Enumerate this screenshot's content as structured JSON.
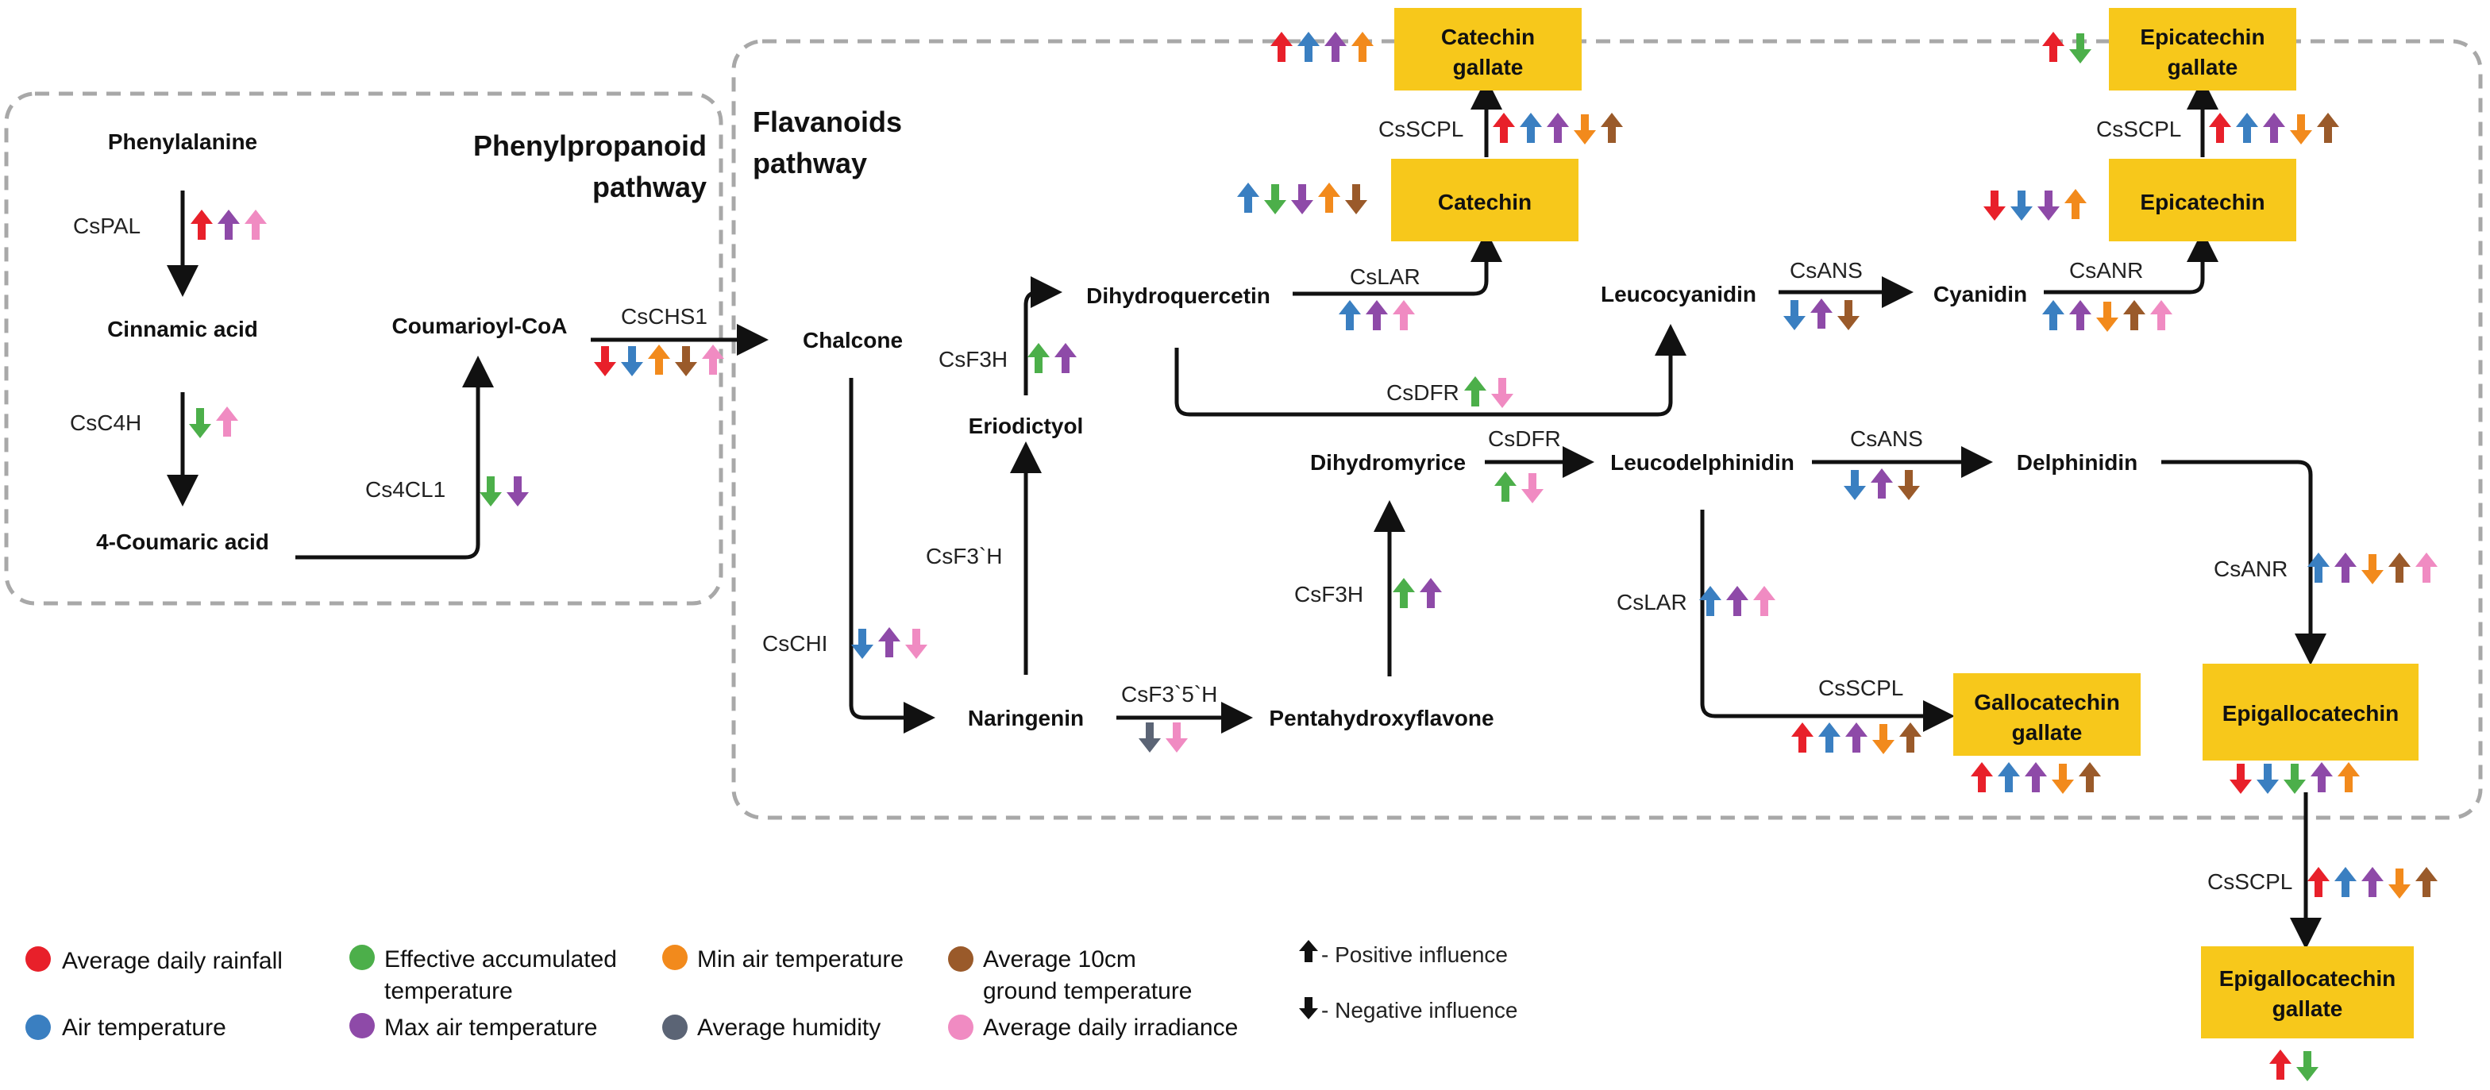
{
  "colors": {
    "rainfall": "#e8202a",
    "air_temp": "#3a7fc1",
    "eff_temp": "#4caf4a",
    "max_temp": "#8e4aa8",
    "min_temp": "#f28a1c",
    "humidity": "#5b6475",
    "ground_temp": "#9a5a2a",
    "irradiance": "#f08bc2",
    "box_fill": "#f7c81b",
    "arrow": "#111111",
    "dash": "#a8a8a8"
  },
  "titles": {
    "phenylpropanoid": [
      "Phenylpropanoid",
      "pathway"
    ],
    "flavanoids": [
      "Flavanoids",
      "pathway"
    ]
  },
  "nodes": [
    {
      "id": "phenylalanine",
      "text": "Phenylalanine"
    },
    {
      "id": "cinnamic",
      "text": "Cinnamic acid"
    },
    {
      "id": "coumaric",
      "text": "4-Coumaric acid"
    },
    {
      "id": "coumarioyl",
      "text": "Coumarioyl-CoA"
    },
    {
      "id": "chalcone",
      "text": "Chalcone"
    },
    {
      "id": "naringenin",
      "text": "Naringenin"
    },
    {
      "id": "eriodictyol",
      "text": "Eriodictyol"
    },
    {
      "id": "dihydroquercetin",
      "text": "Dihydroquercetin"
    },
    {
      "id": "pentahydroxyflavone",
      "text": "Pentahydroxyflavone"
    },
    {
      "id": "dihydromyrice",
      "text": "Dihydromyrice"
    },
    {
      "id": "leucocyanidin",
      "text": "Leucocyanidin"
    },
    {
      "id": "cyanidin",
      "text": "Cyanidin"
    },
    {
      "id": "leucodelphinidin",
      "text": "Leucodelphinidin"
    },
    {
      "id": "delphinidin",
      "text": "Delphinidin"
    }
  ],
  "boxes": [
    {
      "id": "catechin_gallate",
      "lines": [
        "Catechin",
        "gallate"
      ]
    },
    {
      "id": "catechin",
      "lines": [
        "Catechin"
      ]
    },
    {
      "id": "epicatechin_gallate",
      "lines": [
        "Epicatechin",
        "gallate"
      ]
    },
    {
      "id": "epicatechin",
      "lines": [
        "Epicatechin"
      ]
    },
    {
      "id": "gallocatechin_gallate",
      "lines": [
        "Gallocatechin",
        "gallate"
      ]
    },
    {
      "id": "epigallocatechin",
      "lines": [
        "Epigallocatechin"
      ]
    },
    {
      "id": "epigallocatechin_gallate",
      "lines": [
        "Epigallocatechin",
        "gallate"
      ]
    }
  ],
  "enzymes": [
    {
      "id": "CsPAL",
      "text": "CsPAL",
      "influence": [
        [
          "rainfall",
          "up"
        ],
        [
          "max_temp",
          "up"
        ],
        [
          "irradiance",
          "up"
        ]
      ]
    },
    {
      "id": "CsC4H",
      "text": "CsC4H",
      "influence": [
        [
          "eff_temp",
          "down"
        ],
        [
          "irradiance",
          "up"
        ]
      ]
    },
    {
      "id": "Cs4CL1",
      "text": "Cs4CL1",
      "influence": [
        [
          "eff_temp",
          "down"
        ],
        [
          "max_temp",
          "down"
        ]
      ]
    },
    {
      "id": "CsCHS1",
      "text": "CsCHS1",
      "influence": [
        [
          "rainfall",
          "down"
        ],
        [
          "air_temp",
          "down"
        ],
        [
          "min_temp",
          "up"
        ],
        [
          "ground_temp",
          "down"
        ],
        [
          "irradiance",
          "up"
        ]
      ]
    },
    {
      "id": "CsCHI",
      "text": "CsCHI",
      "influence": [
        [
          "air_temp",
          "down"
        ],
        [
          "max_temp",
          "up"
        ],
        [
          "irradiance",
          "down"
        ]
      ]
    },
    {
      "id": "CsF3pH",
      "text": "CsF3`H",
      "influence": []
    },
    {
      "id": "CsF3H_1",
      "text": "CsF3H",
      "influence": [
        [
          "eff_temp",
          "up"
        ],
        [
          "max_temp",
          "up"
        ]
      ]
    },
    {
      "id": "CsF35H",
      "text": "CsF3`5`H",
      "influence": [
        [
          "humidity",
          "down"
        ],
        [
          "irradiance",
          "down"
        ]
      ]
    },
    {
      "id": "CsF3H_2",
      "text": "CsF3H",
      "influence": [
        [
          "eff_temp",
          "up"
        ],
        [
          "max_temp",
          "up"
        ]
      ]
    },
    {
      "id": "CsLAR_1",
      "text": "CsLAR",
      "influence": [
        [
          "air_temp",
          "up"
        ],
        [
          "max_temp",
          "up"
        ],
        [
          "irradiance",
          "up"
        ]
      ]
    },
    {
      "id": "CsDFR_1",
      "text": "CsDFR",
      "influence": [
        [
          "eff_temp",
          "up"
        ],
        [
          "irradiance",
          "down"
        ]
      ]
    },
    {
      "id": "CsDFR_2",
      "text": "CsDFR",
      "influence": [
        [
          "eff_temp",
          "up"
        ],
        [
          "irradiance",
          "down"
        ]
      ]
    },
    {
      "id": "CsANS_1",
      "text": "CsANS",
      "influence": [
        [
          "air_temp",
          "down"
        ],
        [
          "max_temp",
          "up"
        ],
        [
          "ground_temp",
          "down"
        ]
      ]
    },
    {
      "id": "CsANS_2",
      "text": "CsANS",
      "influence": [
        [
          "air_temp",
          "down"
        ],
        [
          "max_temp",
          "up"
        ],
        [
          "ground_temp",
          "down"
        ]
      ]
    },
    {
      "id": "CsANR_1",
      "text": "CsANR",
      "influence": [
        [
          "air_temp",
          "up"
        ],
        [
          "max_temp",
          "up"
        ],
        [
          "min_temp",
          "down"
        ],
        [
          "ground_temp",
          "up"
        ],
        [
          "irradiance",
          "up"
        ]
      ]
    },
    {
      "id": "CsANR_2",
      "text": "CsANR",
      "influence": [
        [
          "air_temp",
          "up"
        ],
        [
          "max_temp",
          "up"
        ],
        [
          "min_temp",
          "down"
        ],
        [
          "ground_temp",
          "up"
        ],
        [
          "irradiance",
          "up"
        ]
      ]
    },
    {
      "id": "CsLAR_2",
      "text": "CsLAR",
      "influence": [
        [
          "air_temp",
          "up"
        ],
        [
          "max_temp",
          "up"
        ],
        [
          "irradiance",
          "up"
        ]
      ]
    },
    {
      "id": "CsSCPL_1",
      "text": "CsSCPL",
      "influence": [
        [
          "rainfall",
          "up"
        ],
        [
          "air_temp",
          "up"
        ],
        [
          "max_temp",
          "up"
        ],
        [
          "min_temp",
          "down"
        ],
        [
          "ground_temp",
          "up"
        ]
      ]
    },
    {
      "id": "CsSCPL_2",
      "text": "CsSCPL",
      "influence": [
        [
          "rainfall",
          "up"
        ],
        [
          "air_temp",
          "up"
        ],
        [
          "max_temp",
          "up"
        ],
        [
          "min_temp",
          "down"
        ],
        [
          "ground_temp",
          "up"
        ]
      ]
    },
    {
      "id": "CsSCPL_3",
      "text": "CsSCPL",
      "influence": [
        [
          "rainfall",
          "up"
        ],
        [
          "air_temp",
          "up"
        ],
        [
          "max_temp",
          "up"
        ],
        [
          "min_temp",
          "down"
        ],
        [
          "ground_temp",
          "up"
        ]
      ]
    },
    {
      "id": "CsSCPL_4",
      "text": "CsSCPL",
      "influence": [
        [
          "rainfall",
          "up"
        ],
        [
          "air_temp",
          "up"
        ],
        [
          "max_temp",
          "up"
        ],
        [
          "min_temp",
          "down"
        ],
        [
          "ground_temp",
          "up"
        ]
      ]
    }
  ],
  "box_influence": {
    "catechin_gallate": [
      [
        "rainfall",
        "up"
      ],
      [
        "air_temp",
        "up"
      ],
      [
        "max_temp",
        "up"
      ],
      [
        "min_temp",
        "up"
      ]
    ],
    "catechin": [
      [
        "air_temp",
        "up"
      ],
      [
        "eff_temp",
        "down"
      ],
      [
        "max_temp",
        "down"
      ],
      [
        "min_temp",
        "up"
      ],
      [
        "ground_temp",
        "down"
      ]
    ],
    "epicatechin_gallate": [
      [
        "rainfall",
        "up"
      ],
      [
        "eff_temp",
        "down"
      ]
    ],
    "epicatechin": [
      [
        "rainfall",
        "down"
      ],
      [
        "air_temp",
        "down"
      ],
      [
        "max_temp",
        "down"
      ],
      [
        "min_temp",
        "up"
      ]
    ],
    "gallocatechin_gallate": [
      [
        "rainfall",
        "up"
      ],
      [
        "air_temp",
        "up"
      ],
      [
        "max_temp",
        "up"
      ],
      [
        "min_temp",
        "down"
      ],
      [
        "ground_temp",
        "up"
      ]
    ],
    "epigallocatechin": [
      [
        "rainfall",
        "down"
      ],
      [
        "air_temp",
        "down"
      ],
      [
        "eff_temp",
        "down"
      ],
      [
        "max_temp",
        "up"
      ],
      [
        "min_temp",
        "up"
      ]
    ],
    "epigallocatechin_gallate": [
      [
        "rainfall",
        "up"
      ],
      [
        "eff_temp",
        "down"
      ]
    ]
  },
  "legend": [
    {
      "key": "rainfall",
      "lines": [
        "Average daily rainfall"
      ]
    },
    {
      "key": "eff_temp",
      "lines": [
        "Effective accumulated",
        "temperature"
      ]
    },
    {
      "key": "min_temp",
      "lines": [
        "Min air temperature"
      ]
    },
    {
      "key": "ground_temp",
      "lines": [
        "Average 10cm",
        "ground temperature"
      ]
    },
    {
      "key": "air_temp",
      "lines": [
        "Air temperature"
      ]
    },
    {
      "key": "max_temp",
      "lines": [
        "Max air temperature"
      ]
    },
    {
      "key": "humidity",
      "lines": [
        "Average humidity"
      ]
    },
    {
      "key": "irradiance",
      "lines": [
        "Average daily irradiance"
      ]
    }
  ],
  "direction_legend": {
    "positive": "- Positive influence",
    "negative": "- Negative influence"
  }
}
